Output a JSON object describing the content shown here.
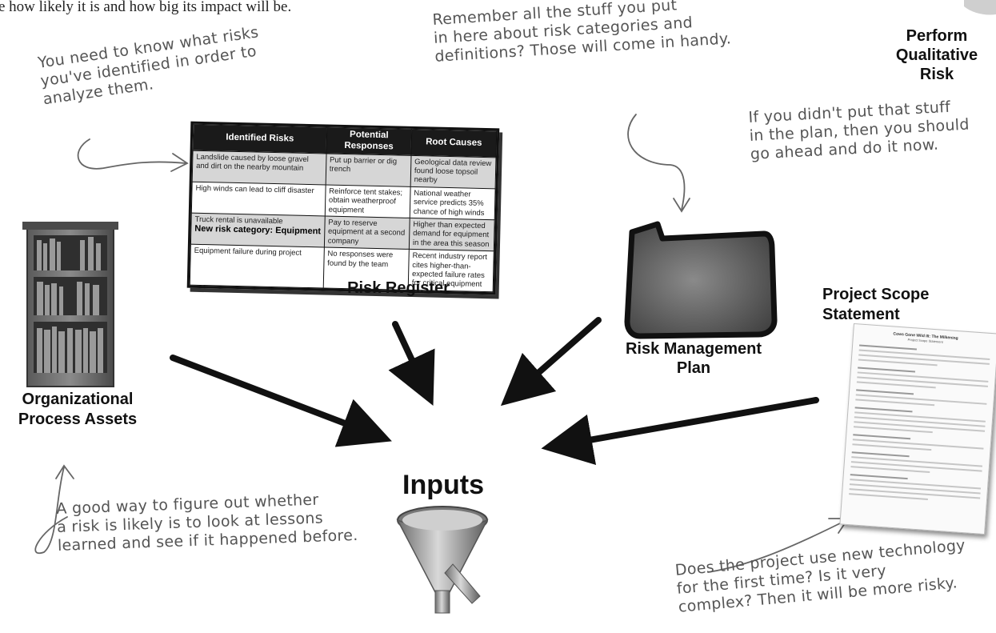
{
  "header": {
    "intro_fragment": "e how likely it is and how big its impact will be.",
    "process_title": "Perform\nQualitative Risk"
  },
  "notes": {
    "risks_needed": "You need to know what risks\nyou've identified in order to\nanalyze them.",
    "categories": "Remember all the stuff you put\nin here about risk categories and\ndefinitions? Those will come in handy.",
    "plan_stuff": "If you didn't put that stuff\nin the plan, then you should\ngo ahead and do it now.",
    "lessons": "A good way to figure out whether\na risk is likely is to look at lessons\nlearned and see if it happened before.",
    "technology": "Does the project use new technology\nfor the first time? Is it very\ncomplex? Then it will be more risky."
  },
  "labels": {
    "risk_register": "Risk Register",
    "risk_mgmt_plan": "Risk Management\nPlan",
    "scope_statement": "Project Scope\nStatement",
    "org_assets": "Organizational\nProcess Assets",
    "inputs": "Inputs"
  },
  "register": {
    "headers": [
      "Identified Risks",
      "Potential Responses",
      "Root Causes"
    ],
    "rows": [
      {
        "risk": "Landslide caused by loose gravel and dirt on the nearby mountain",
        "response": "Put up barrier or dig trench",
        "cause": "Geological data review found loose topsoil nearby"
      },
      {
        "risk": "High winds can lead to cliff disaster",
        "response": "Reinforce tent stakes; obtain weatherproof equipment",
        "cause": "National weather service predicts 35% chance of high winds"
      },
      {
        "risk": "Truck rental is unavailable",
        "response": "Pay to reserve equipment at a second company",
        "cause": "Higher than expected demand for equipment in the area this season",
        "new_category": "New risk category: Equipment"
      },
      {
        "risk": "Equipment failure during project",
        "response": "No responses were found by the team",
        "cause": "Recent industry report cites higher-than-expected failure rates for critical equipment"
      }
    ]
  },
  "scope_doc": {
    "title": "Cows Gone Wild III: The Milkening",
    "subtitle": "Project Scope Statement"
  },
  "colors": {
    "ink": "#111111",
    "handwriting": "#555555",
    "folder": "#6a6a6a",
    "funnel": "#9a9a9a"
  }
}
